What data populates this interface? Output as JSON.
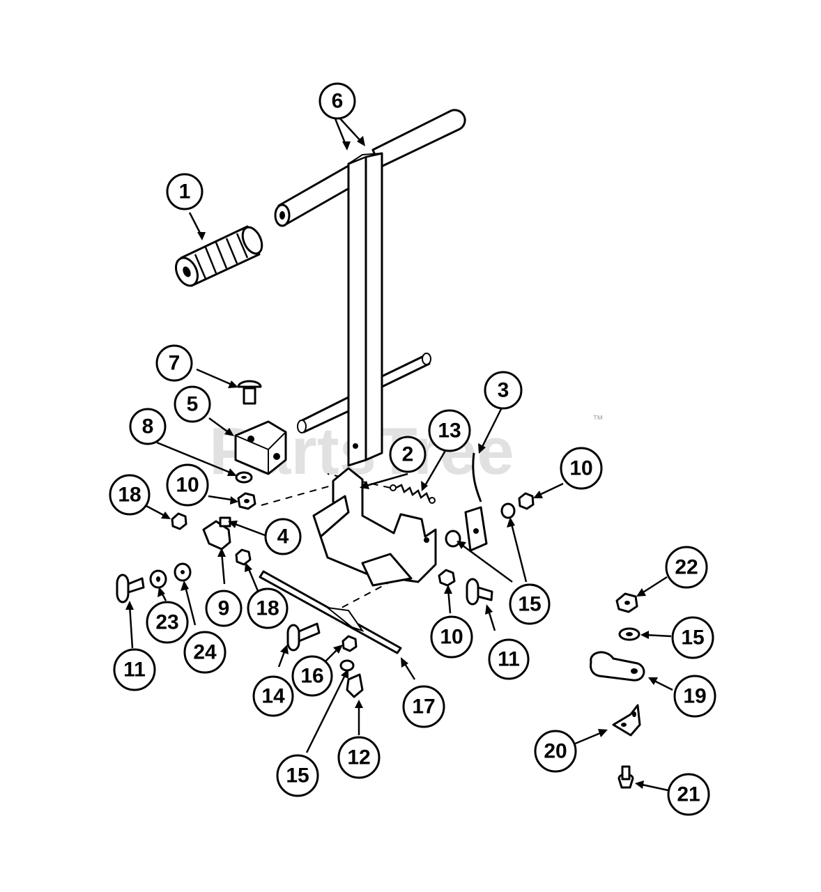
{
  "watermark": {
    "text": "PartsTree",
    "trademark": "™"
  },
  "callouts": [
    {
      "id": "c1",
      "label": "1"
    },
    {
      "id": "c6",
      "label": "6"
    },
    {
      "id": "c7",
      "label": "7"
    },
    {
      "id": "c5",
      "label": "5"
    },
    {
      "id": "c8",
      "label": "8"
    },
    {
      "id": "c3",
      "label": "3"
    },
    {
      "id": "c13",
      "label": "13"
    },
    {
      "id": "c2",
      "label": "2"
    },
    {
      "id": "c10a",
      "label": "10"
    },
    {
      "id": "c18a",
      "label": "18"
    },
    {
      "id": "c10b",
      "label": "10"
    },
    {
      "id": "c4",
      "label": "4"
    },
    {
      "id": "c22",
      "label": "22"
    },
    {
      "id": "c9",
      "label": "9"
    },
    {
      "id": "c18b",
      "label": "18"
    },
    {
      "id": "c15a",
      "label": "15"
    },
    {
      "id": "c23",
      "label": "23"
    },
    {
      "id": "c24",
      "label": "24"
    },
    {
      "id": "c15b",
      "label": "15"
    },
    {
      "id": "c10c",
      "label": "10"
    },
    {
      "id": "c11a",
      "label": "11"
    },
    {
      "id": "c11b",
      "label": "11"
    },
    {
      "id": "c16",
      "label": "16"
    },
    {
      "id": "c14",
      "label": "14"
    },
    {
      "id": "c19",
      "label": "19"
    },
    {
      "id": "c17",
      "label": "17"
    },
    {
      "id": "c20",
      "label": "20"
    },
    {
      "id": "c12",
      "label": "12"
    },
    {
      "id": "c15c",
      "label": "15"
    },
    {
      "id": "c21",
      "label": "21"
    }
  ]
}
